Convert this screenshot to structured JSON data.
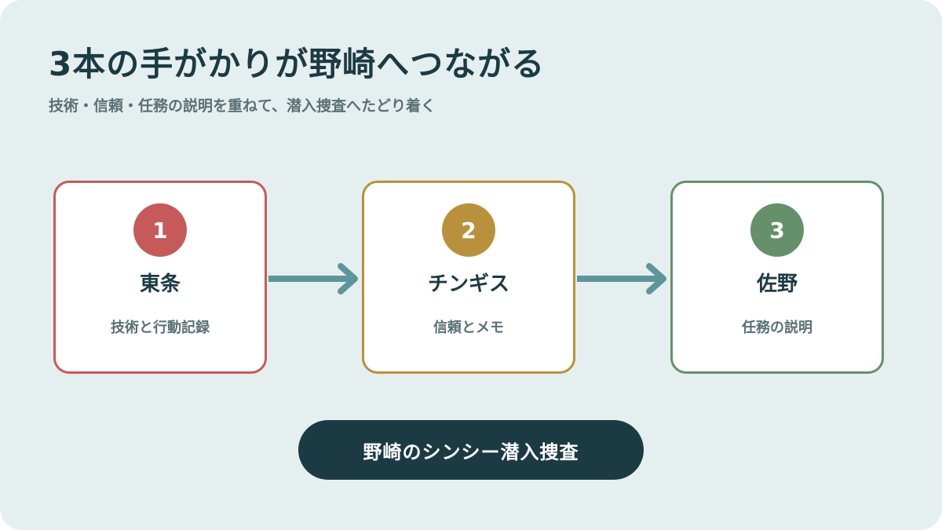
{
  "title": "3本の手がかりが野崎へつながる",
  "subtitle": "技術・信頼・任務の説明を重ねて、潜入捜査へたどり着く",
  "colors": {
    "background": "#e6eff0",
    "text_dark": "#1c3a44",
    "text_muted": "#5a7077",
    "arrow": "#5e959c"
  },
  "clues": [
    {
      "number": "1",
      "name": "東条",
      "desc": "技術と行動記録",
      "color": "#c65a5a"
    },
    {
      "number": "2",
      "name": "チンギス",
      "desc": "信頼とメモ",
      "color": "#b9913d"
    },
    {
      "number": "3",
      "name": "佐野",
      "desc": "任務の説明",
      "color": "#66906a"
    }
  ],
  "result": "野崎のシンシー潜入捜査"
}
